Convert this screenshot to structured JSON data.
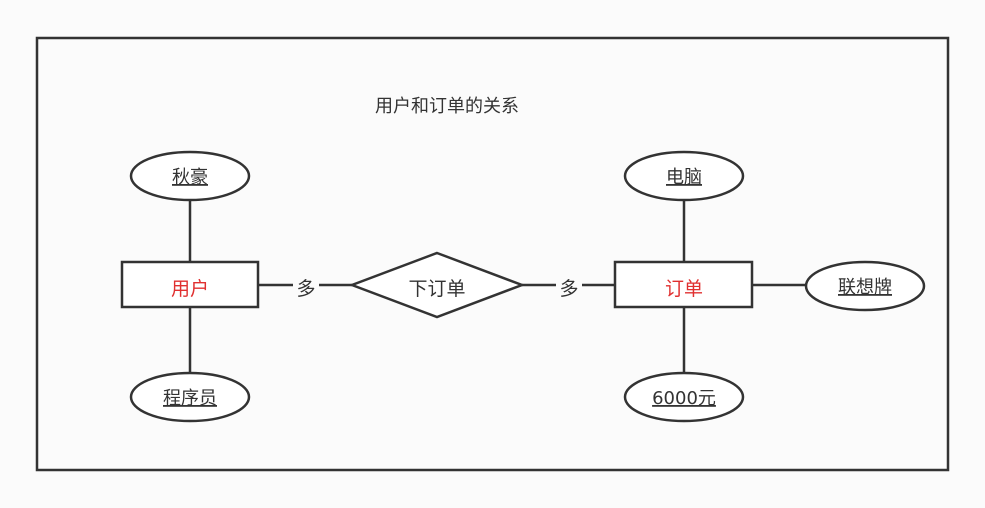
{
  "title": "用户和订单的关系",
  "colors": {
    "stroke": "#333333",
    "entity_text": "#e03030",
    "text": "#333333",
    "shape_fill": "#ffffff",
    "page_bg": "#fbfbfb"
  },
  "entities": {
    "user": {
      "label": "用户"
    },
    "order": {
      "label": "订单"
    }
  },
  "relationship": {
    "label": "下订单"
  },
  "cardinality": {
    "left": "多",
    "right": "多"
  },
  "attributes": {
    "user_name": "秋豪",
    "user_job": "程序员",
    "order_item": "电脑",
    "order_brand": "联想牌",
    "order_price": "6000元"
  }
}
